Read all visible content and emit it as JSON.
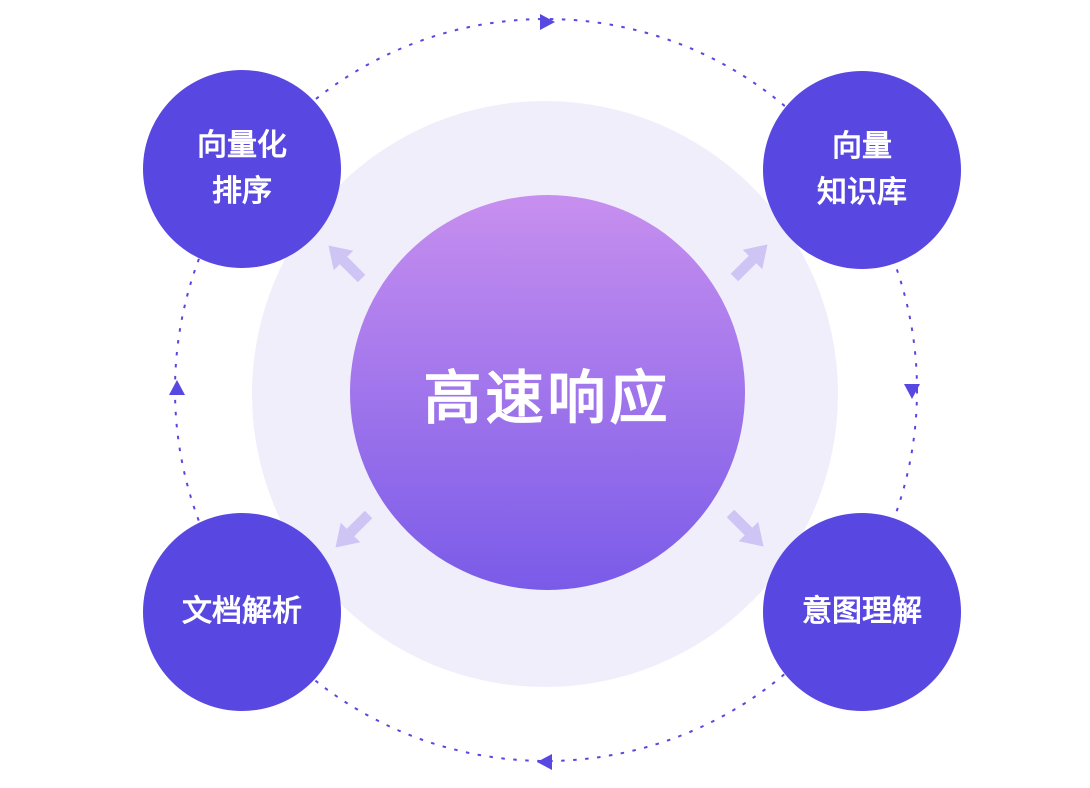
{
  "diagram": {
    "center": {
      "label": "高速响应"
    },
    "nodes": [
      {
        "id": "vectorize-ranking",
        "line1": "向量化",
        "line2": "排序"
      },
      {
        "id": "vector-knowledge-base",
        "line1": "向量",
        "line2": "知识库"
      },
      {
        "id": "document-parsing",
        "line1": "文档解析",
        "line2": ""
      },
      {
        "id": "intent-understanding",
        "line1": "意图理解",
        "line2": ""
      }
    ],
    "icons": {
      "orbit_direction": "small solid triangle (clockwise: right, down, left, up)",
      "outward_arrow": "block arrow pointing from center to each node"
    },
    "colors": {
      "node_fill": "#5847E0",
      "ring": "#5847E0",
      "halo": "#F1EEFB",
      "arrow": "#CEC5F4",
      "center_gradient_top": "#C78FEF",
      "center_gradient_bottom": "#7A5BE8",
      "text": "#FFFFFF",
      "background": "#FFFFFF"
    }
  }
}
